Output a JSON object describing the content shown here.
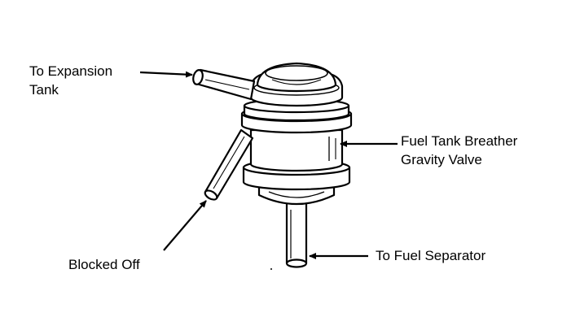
{
  "labels": {
    "expansion_line1": "To Expansion",
    "expansion_line2": "Tank",
    "valve_line1": "Fuel Tank Breather",
    "valve_line2": "Gravity Valve",
    "blocked": "Blocked Off",
    "separator": "To Fuel Separator"
  },
  "colors": {
    "ink": "#000000",
    "paper": "#ffffff"
  }
}
